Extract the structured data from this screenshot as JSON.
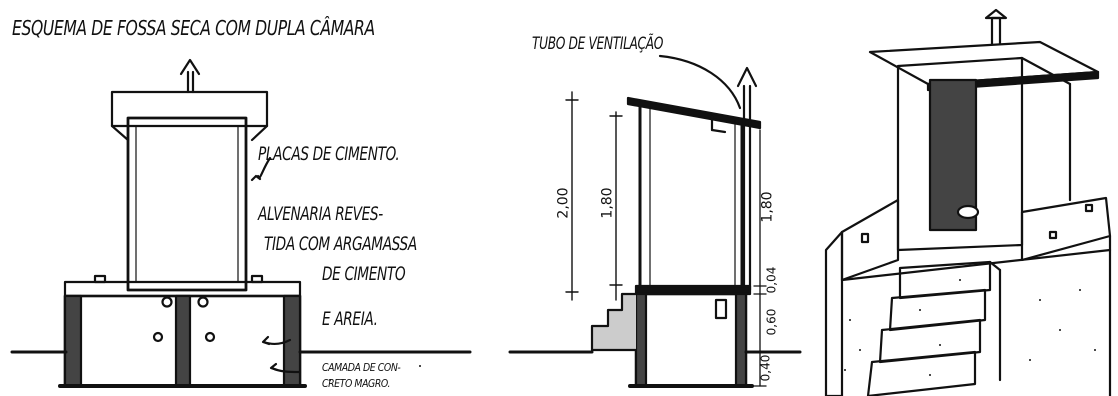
{
  "left_diagram": {
    "title": "ESQUEMA DE FOSSA SECA COM DUPLA CÂMARA",
    "label_placas": "PLACAS DE CIMENTO.",
    "label_alvenaria_1": "ALVENARIA REVES-",
    "label_alvenaria_2": "TIDA COM ARGAMASSA",
    "label_alvenaria_3": "DE CIMENTO",
    "label_alvenaria_4": "E AREIA.",
    "label_camada_1": "CAMADA DE CON-",
    "label_camada_2": "CRETO MAGRO."
  },
  "middle_diagram": {
    "label_tubo": "TUBO DE VENTILAÇÃO",
    "dim_total": "2,00",
    "dim_cabin": "1,80",
    "dim_right": "1,80",
    "dim_004": "0,04",
    "dim_060": "0,60",
    "dim_040": "0,40"
  }
}
